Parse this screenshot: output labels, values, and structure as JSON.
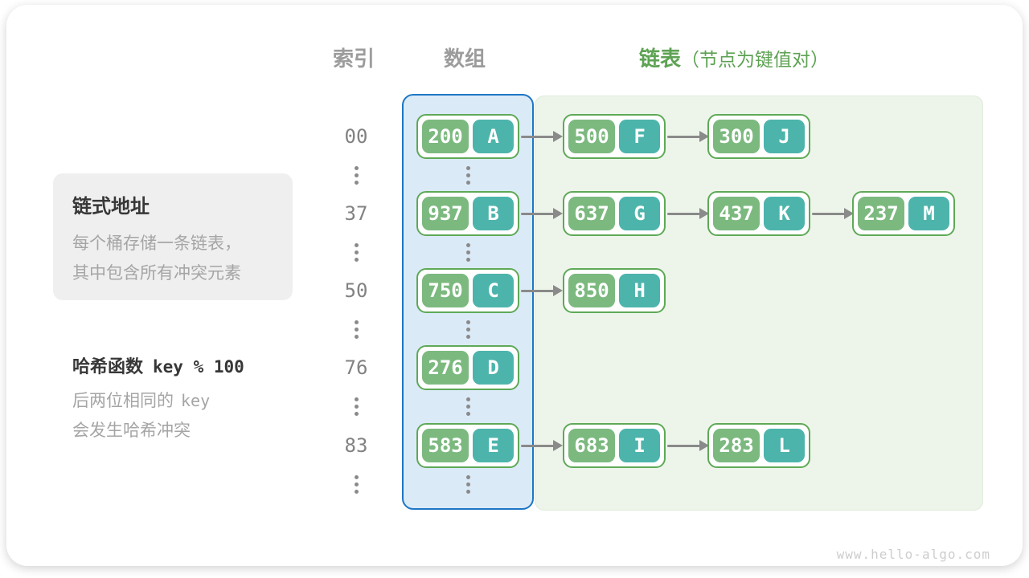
{
  "headers": {
    "index": "索引",
    "array": "数组",
    "list": "链表",
    "list_note": "（节点为键值对）"
  },
  "notes": {
    "card_title": "链式地址",
    "card_line1": "每个桶存储一条链表，",
    "card_line2": "其中包含所有冲突元素",
    "hash_label": "哈希函数",
    "hash_formula": "key % 100",
    "hash_note1_text": "后两位相同的",
    "hash_note1_code": "key",
    "hash_note2": "会发生哈希冲突"
  },
  "buckets": [
    {
      "index": "00",
      "chain": [
        {
          "key": "200",
          "value": "A"
        },
        {
          "key": "500",
          "value": "F"
        },
        {
          "key": "300",
          "value": "J"
        }
      ]
    },
    {
      "index": "37",
      "chain": [
        {
          "key": "937",
          "value": "B"
        },
        {
          "key": "637",
          "value": "G"
        },
        {
          "key": "437",
          "value": "K"
        },
        {
          "key": "237",
          "value": "M"
        }
      ]
    },
    {
      "index": "50",
      "chain": [
        {
          "key": "750",
          "value": "C"
        },
        {
          "key": "850",
          "value": "H"
        }
      ]
    },
    {
      "index": "76",
      "chain": [
        {
          "key": "276",
          "value": "D"
        }
      ]
    },
    {
      "index": "83",
      "chain": [
        {
          "key": "583",
          "value": "E"
        },
        {
          "key": "683",
          "value": "I"
        },
        {
          "key": "283",
          "value": "L"
        }
      ]
    }
  ],
  "icons": {
    "vertical_ellipsis": "column of three gray dots"
  },
  "colors": {
    "node_key_bg": "#7cb97f",
    "node_value_bg": "#4db4ac",
    "node_border": "#5ea957",
    "array_box_border": "#1d76c5",
    "array_box_bg": "#dbeaf7",
    "list_region_bg": "#edf5ea",
    "header_gray": "#9c9c9c",
    "header_green": "#5da253",
    "arrow_gray": "#8a8a8a",
    "text_dark": "#373737",
    "text_gray": "#a5a5a5",
    "card_gray": "#efefef",
    "watermark_gray": "#cdcdcd"
  },
  "watermark": "www.hello-algo.com"
}
